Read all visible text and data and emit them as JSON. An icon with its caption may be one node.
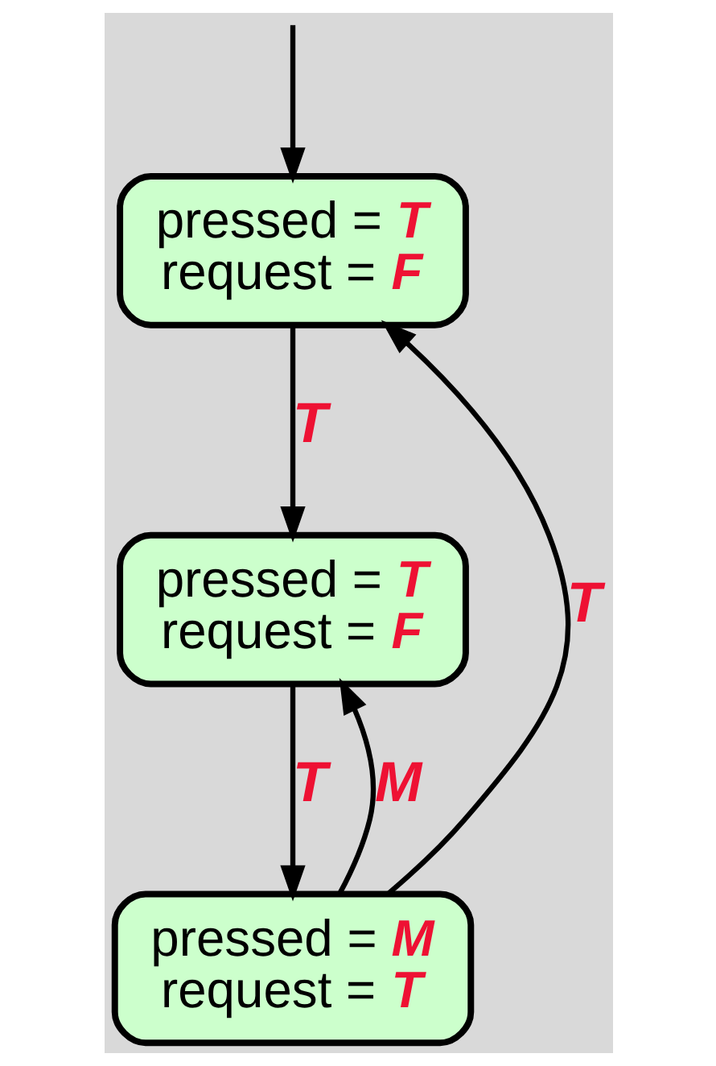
{
  "diagram": {
    "nodes": [
      {
        "text": [
          "pressed = T",
          "request = F"
        ]
      },
      {
        "text": [
          "pressed = T",
          "request = F"
        ]
      },
      {
        "text": [
          "pressed = M",
          "request = T"
        ]
      }
    ],
    "edges": [
      {
        "from": null,
        "to": 0,
        "arrow": "to"
      },
      {
        "from": 0,
        "to": 1,
        "arrow": "to",
        "label": "T"
      },
      {
        "from": 1,
        "to": 2,
        "arrow": "to",
        "label": "T"
      },
      {
        "from": 2,
        "to": 0,
        "arrow": "to",
        "label": "T"
      },
      {
        "from": 2,
        "to": 1,
        "arrow": "to",
        "label": "M"
      }
    ]
  }
}
